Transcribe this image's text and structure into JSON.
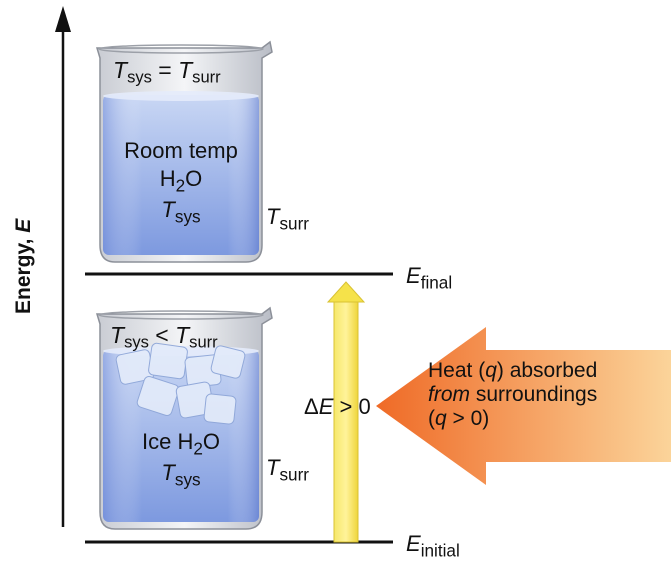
{
  "axis": {
    "label_main": "Energy,",
    "label_symbol": "E"
  },
  "levels": {
    "final": {
      "symbol": "E",
      "subscript": "final"
    },
    "initial": {
      "symbol": "E",
      "subscript": "initial"
    }
  },
  "top_beaker": {
    "relation": {
      "t1": "T",
      "s1": "sys",
      "op": " = ",
      "t2": "T",
      "s2": "surr"
    },
    "line1": "Room temp",
    "line2_main": "H",
    "line2_sub": "2",
    "line2_end": "O",
    "tsys_t": "T",
    "tsys_s": "sys",
    "tsurr_t": "T",
    "tsurr_s": "surr"
  },
  "bottom_beaker": {
    "relation": {
      "t1": "T",
      "s1": "sys",
      "op": " < ",
      "t2": "T",
      "s2": "surr"
    },
    "line1_main": "Ice H",
    "line1_sub": "2",
    "line1_end": "O",
    "tsys_t": "T",
    "tsys_s": "sys",
    "tsurr_t": "T",
    "tsurr_s": "surr"
  },
  "delta": {
    "prefix": "Δ",
    "symbol": "E",
    "rest": " > 0"
  },
  "heat_arrow": {
    "line1_a": "Heat (",
    "line1_q": "q",
    "line1_b": ") absorbed",
    "line2_from": "from",
    "line2_rest": " surroundings",
    "line3_a": "(",
    "line3_q": "q",
    "line3_b": " > 0)"
  },
  "colors": {
    "water_top": "#c6d4f2",
    "water_bottom": "#7e9be0",
    "glass": "#d9dde6",
    "energy_arrow": "#f5e042",
    "heat_arrow_light": "#f9c27b",
    "heat_arrow_dark": "#f06d2a"
  }
}
